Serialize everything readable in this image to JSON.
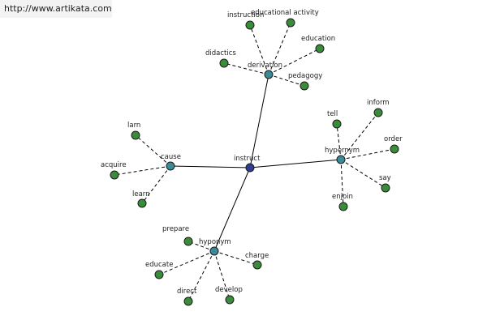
{
  "watermark": {
    "text": "http://www.artikata.com"
  },
  "colors": {
    "center_node": "#2f3d8f",
    "relation_node": "#3c8a96",
    "word_node": "#3a8b3a",
    "edge": "#000000",
    "watermark_bg": "#f3f3f3"
  },
  "graph": {
    "center": "instruct",
    "relations": [
      {
        "label": "derivation",
        "words": [
          "instruction",
          "educational activity",
          "education",
          "pedagogy",
          "didactics"
        ]
      },
      {
        "label": "hypernym",
        "words": [
          "tell",
          "inform",
          "order",
          "say",
          "enjoin"
        ]
      },
      {
        "label": "hyponym",
        "words": [
          "prepare",
          "charge",
          "develop",
          "direct",
          "educate"
        ]
      },
      {
        "label": "cause",
        "words": [
          "larn",
          "acquire",
          "learn"
        ]
      }
    ]
  }
}
